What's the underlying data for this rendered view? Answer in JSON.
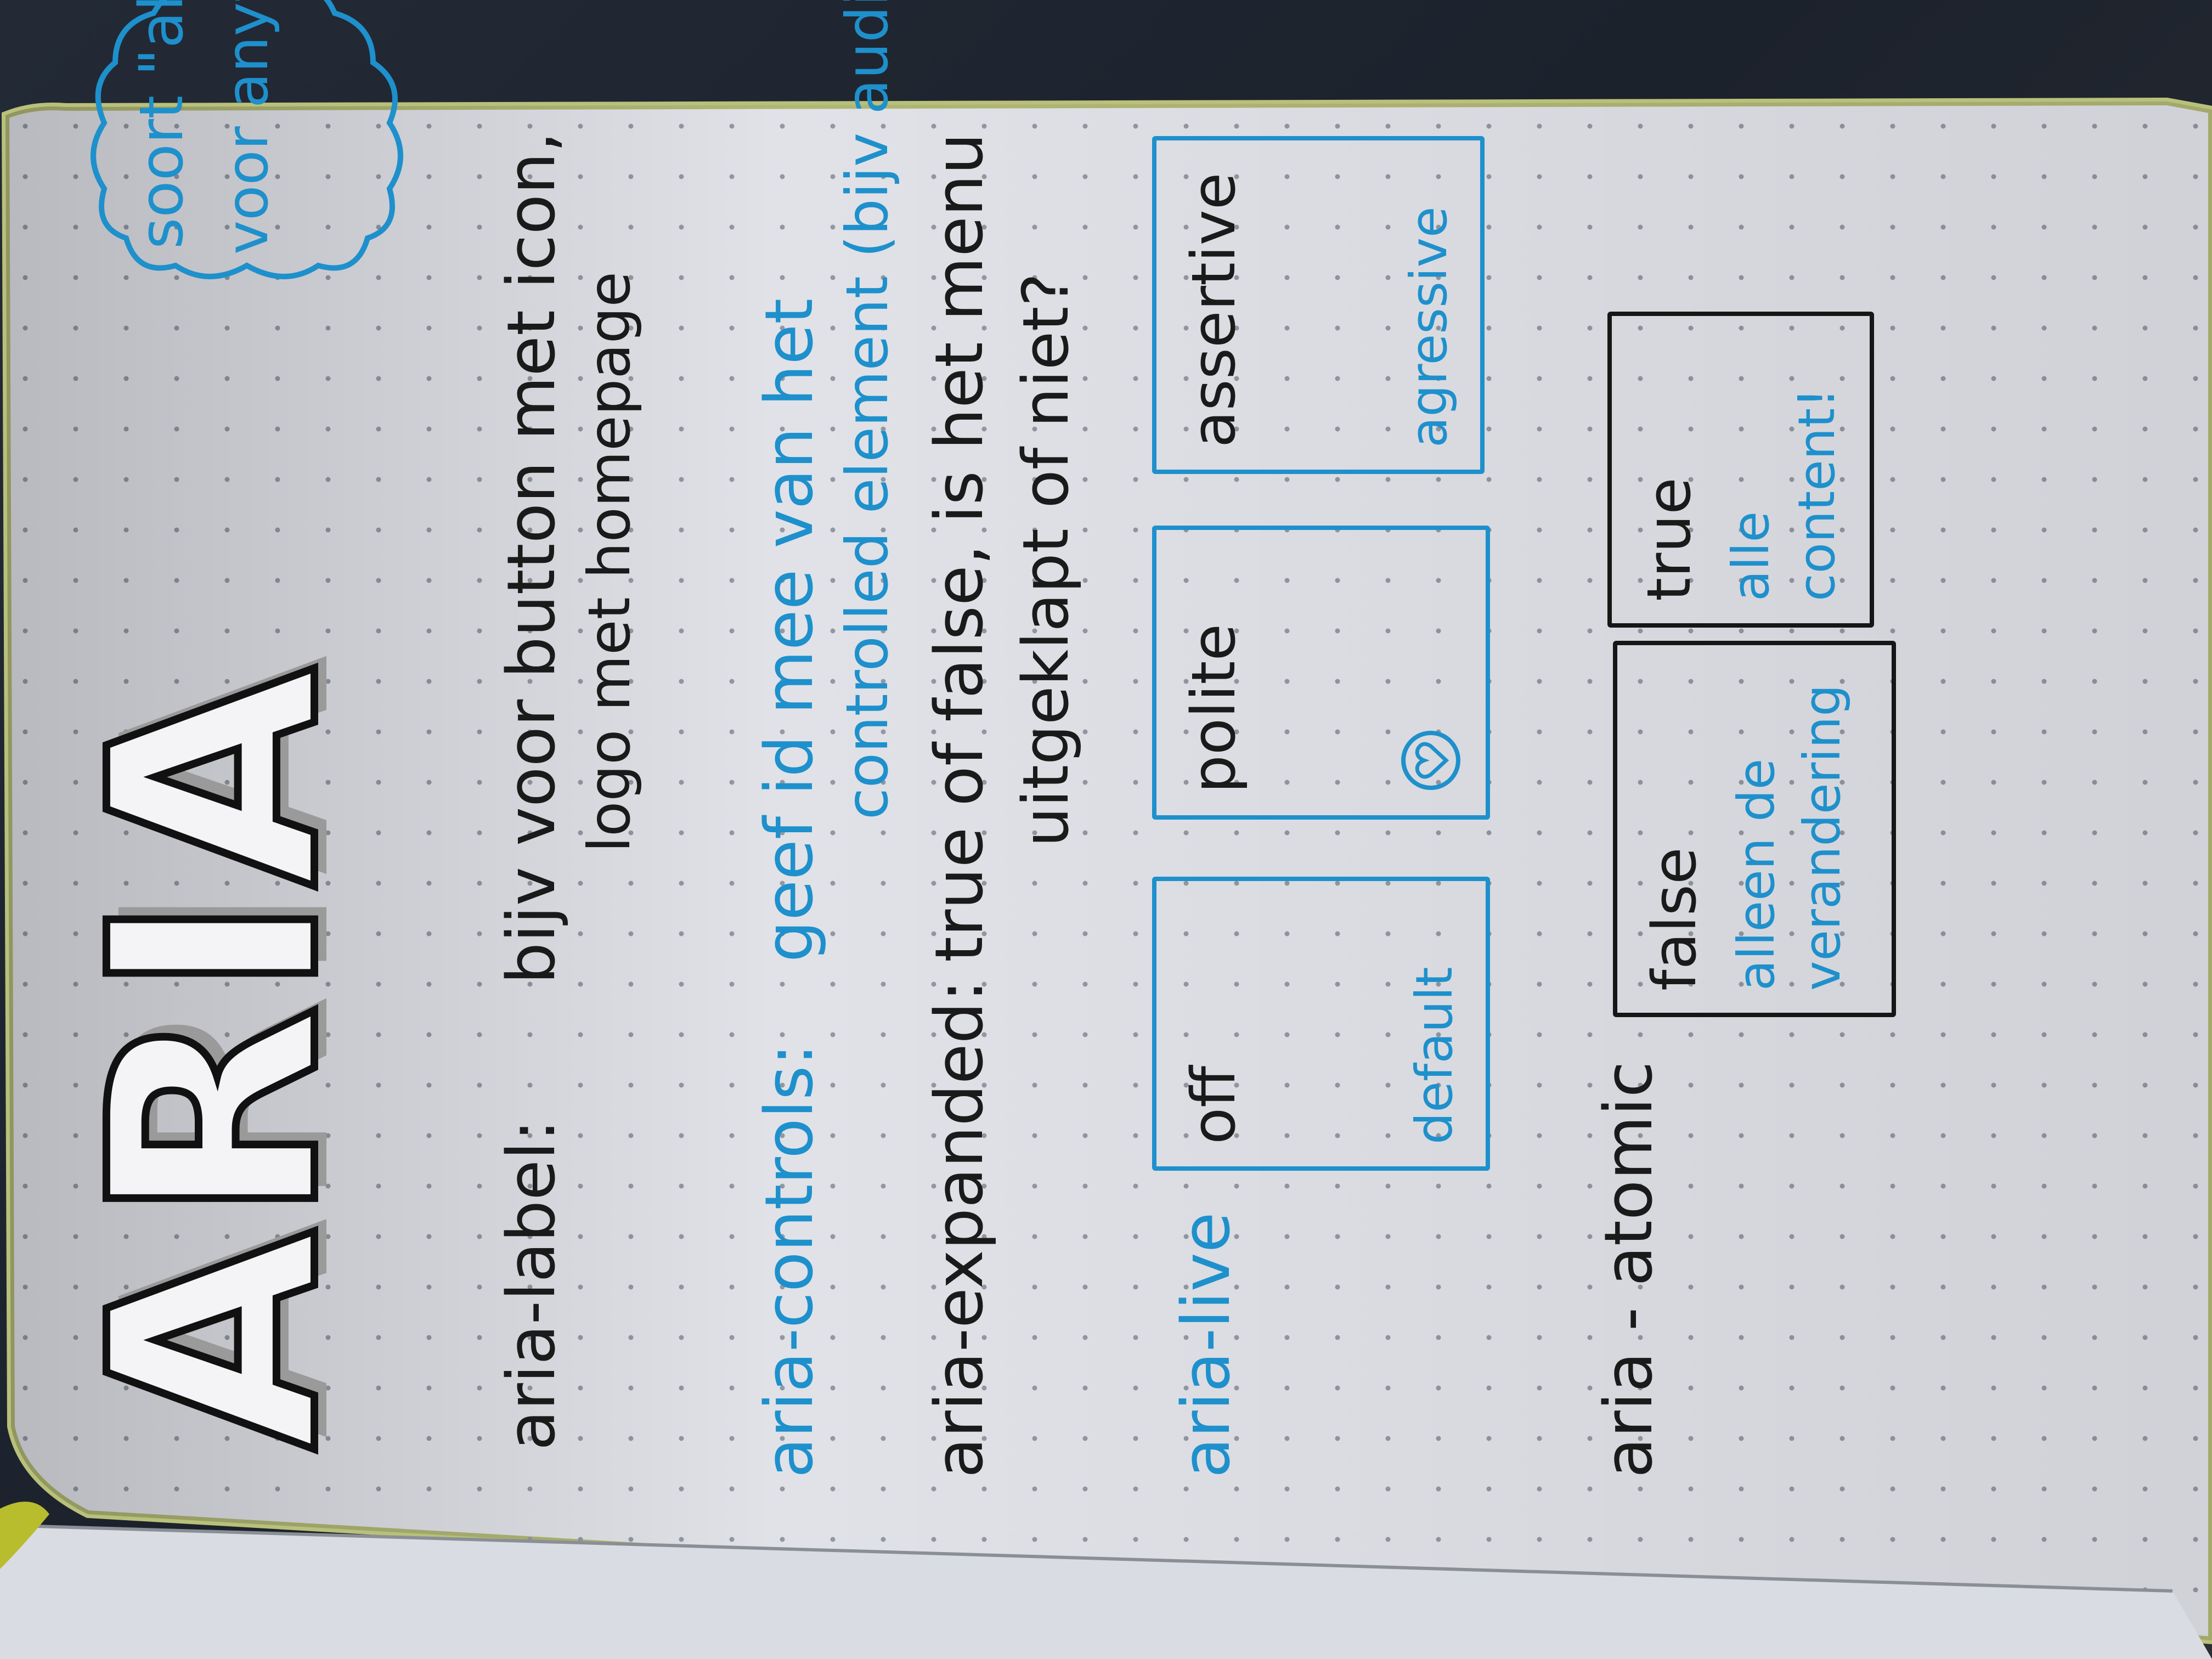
{
  "title": "ARIA",
  "cloud_note": {
    "line1": "soort \"alt\"",
    "line2": "voor anything !"
  },
  "aria_label": {
    "term": "aria-label:",
    "line1": "bijv voor button met icon,",
    "line2": "logo met homepage"
  },
  "aria_controls": {
    "term": "aria-controls:",
    "line1": "geef id mee van het",
    "line2": "controlled element (bijv audio)"
  },
  "aria_expanded": {
    "term": "aria-expanded:",
    "line1": "true of false, is het menu",
    "line2": "uitgeklapt of niet?"
  },
  "aria_live": {
    "term": "aria-live",
    "boxes": [
      {
        "value": "off",
        "note": "default"
      },
      {
        "value": "polite",
        "note": ""
      },
      {
        "value": "assertive",
        "note": "agressive"
      }
    ],
    "heart_icon": "heart-icon"
  },
  "aria_atomic": {
    "term": "aria - atomic",
    "boxes": [
      {
        "value": "false",
        "note1": "alleen de",
        "note2": "verandering"
      },
      {
        "value": "true",
        "note1": "alle",
        "note2": "content!"
      }
    ]
  },
  "colors": {
    "ink_black": "#1a1a1a",
    "ink_blue": "#1e90cc",
    "paper": "#eef0f5"
  }
}
